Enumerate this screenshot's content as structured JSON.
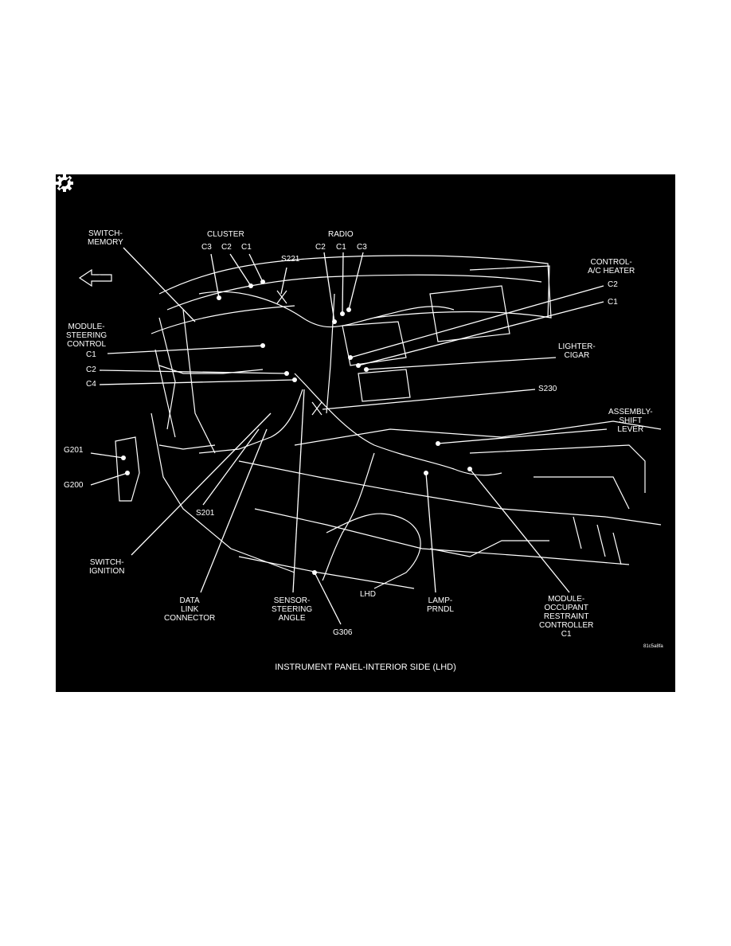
{
  "figure": {
    "caption": "INSTRUMENT PANEL-INTERIOR SIDE  (LHD)",
    "code": "81c5a8fa",
    "fwd_arrow": "FWD",
    "colors": {
      "background": "#000000",
      "ink": "#ffffff",
      "page": "#ffffff"
    },
    "icons": [
      "gear-icon",
      "forward-arrow-icon"
    ]
  },
  "labels": {
    "switch_memory": "SWITCH-\nMEMORY",
    "cluster": "CLUSTER",
    "cluster_c3": "C3",
    "cluster_c2": "C2",
    "cluster_c1": "C1",
    "s221": "S221",
    "radio": "RADIO",
    "radio_c2": "C2",
    "radio_c1": "C1",
    "radio_c3": "C3",
    "control_ac_heater": "CONTROL-\nA/C HEATER",
    "heater_c2": "C2",
    "heater_c1": "C1",
    "module_steering_control": "MODULE-\nSTEERING\nCONTROL",
    "msc_c1": "C1",
    "msc_c2": "C2",
    "msc_c4": "C4",
    "lighter_cigar": "LIGHTER-\nCIGAR",
    "s230": "S230",
    "assembly_shift_lever": "ASSEMBLY-\nSHIFT\nLEVER",
    "g201": "G201",
    "g200": "G200",
    "s201": "S201",
    "switch_ignition": "SWITCH-\nIGNITION",
    "data_link_connector": "DATA\nLINK\nCONNECTOR",
    "sensor_steering_angle": "SENSOR-\nSTEERING\nANGLE",
    "lhd": "LHD",
    "lamp_prndl": "LAMP-\nPRNDL",
    "module_orc": "MODULE-\nOCCUPANT\nRESTRAINT\nCONTROLLER\nC1",
    "g306": "G306"
  }
}
